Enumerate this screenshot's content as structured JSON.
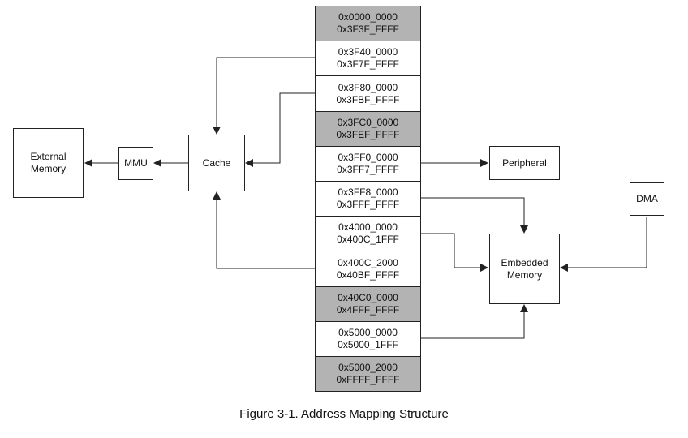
{
  "memory_map": {
    "segments": [
      {
        "start": "0x0000_0000",
        "end": "0x3F3F_FFFF",
        "reserved": true
      },
      {
        "start": "0x3F40_0000",
        "end": "0x3F7F_FFFF",
        "reserved": false
      },
      {
        "start": "0x3F80_0000",
        "end": "0x3FBF_FFFF",
        "reserved": false
      },
      {
        "start": "0x3FC0_0000",
        "end": "0x3FEF_FFFF",
        "reserved": true
      },
      {
        "start": "0x3FF0_0000",
        "end": "0x3FF7_FFFF",
        "reserved": false
      },
      {
        "start": "0x3FF8_0000",
        "end": "0x3FFF_FFFF",
        "reserved": false
      },
      {
        "start": "0x4000_0000",
        "end": "0x400C_1FFF",
        "reserved": false
      },
      {
        "start": "0x400C_2000",
        "end": "0x40BF_FFFF",
        "reserved": false
      },
      {
        "start": "0x40C0_0000",
        "end": "0x4FFF_FFFF",
        "reserved": true
      },
      {
        "start": "0x5000_0000",
        "end": "0x5000_1FFF",
        "reserved": false
      },
      {
        "start": "0x5000_2000",
        "end": "0xFFFF_FFFF",
        "reserved": true
      }
    ]
  },
  "blocks": {
    "external_memory": {
      "line1": "External",
      "line2": "Memory"
    },
    "mmu": "MMU",
    "cache": "Cache",
    "peripheral": "Peripheral",
    "embedded_memory": {
      "line1": "Embedded",
      "line2": "Memory"
    },
    "dma": "DMA"
  },
  "colors": {
    "reserved_fill": "#b3b3b3",
    "used_fill": "#ffffff",
    "line": "#222222"
  },
  "caption": "Figure 3-1. Address Mapping Structure"
}
